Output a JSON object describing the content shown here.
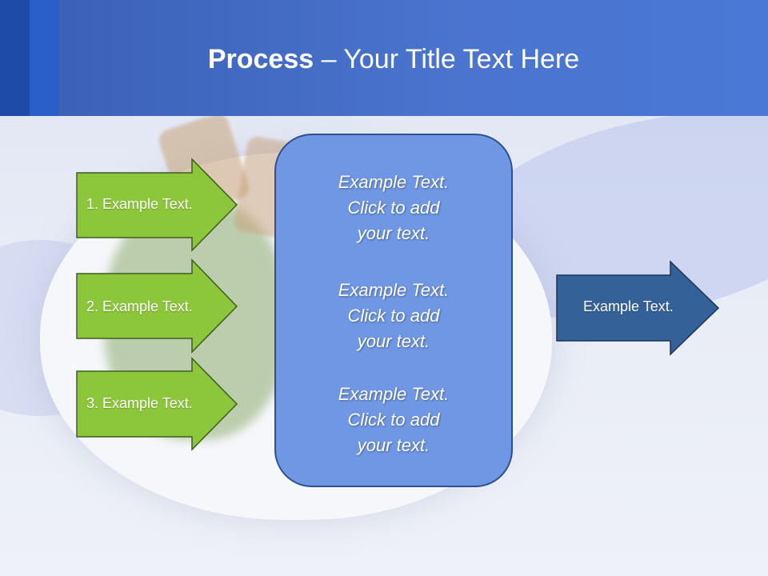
{
  "slide": {
    "title_bold": "Process",
    "title_rest": " – Your Title Text Here"
  },
  "left_arrows": [
    {
      "label": "1. Example Text."
    },
    {
      "label": "2. Example Text."
    },
    {
      "label": "3. Example Text."
    }
  ],
  "center_box": {
    "paragraphs": [
      {
        "line1": "Example Text.",
        "line2": "Click  to add",
        "line3": "your text."
      },
      {
        "line1": "Example Text.",
        "line2": "Click  to add",
        "line3": "your text."
      },
      {
        "line1": "Example Text.",
        "line2": "Click  to add",
        "line3": "your text."
      }
    ]
  },
  "right_arrow": {
    "label": "Example Text."
  },
  "colors": {
    "header": "#4a74cf",
    "green_arrow": "#8cc63a",
    "center_box": "#6f97e3",
    "right_arrow": "#336198"
  }
}
